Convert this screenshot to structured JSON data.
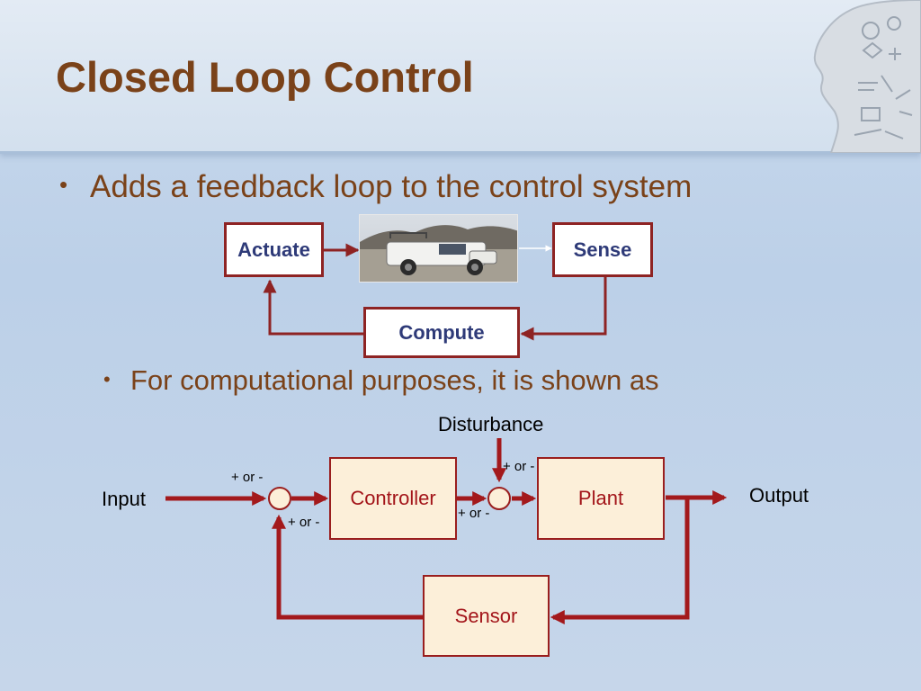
{
  "slide": {
    "title": "Closed Loop Control",
    "bullet_1": "Adds a feedback loop to the control system",
    "bullet_2": "For computational purposes, it is shown as",
    "bullet_marker": "•"
  },
  "feedback_loop": {
    "actuate": "Actuate",
    "sense": "Sense",
    "compute": "Compute"
  },
  "block_diagram": {
    "disturbance": "Disturbance",
    "input": "Input",
    "output": "Output",
    "controller": "Controller",
    "plant": "Plant",
    "sensor": "Sensor",
    "sign_label_input_top": "+ or -",
    "sign_label_input_bottom": "+ or -",
    "sign_label_disturbance_top": "+ or -",
    "sign_label_disturbance_bottom": "+ or -"
  },
  "colors": {
    "title": "#7a4219",
    "loop_border": "#8e2323",
    "loop_text": "#2e3a78",
    "block_fill": "#fcefd9",
    "block_text": "#a3151a",
    "wire": "#a3191c"
  }
}
